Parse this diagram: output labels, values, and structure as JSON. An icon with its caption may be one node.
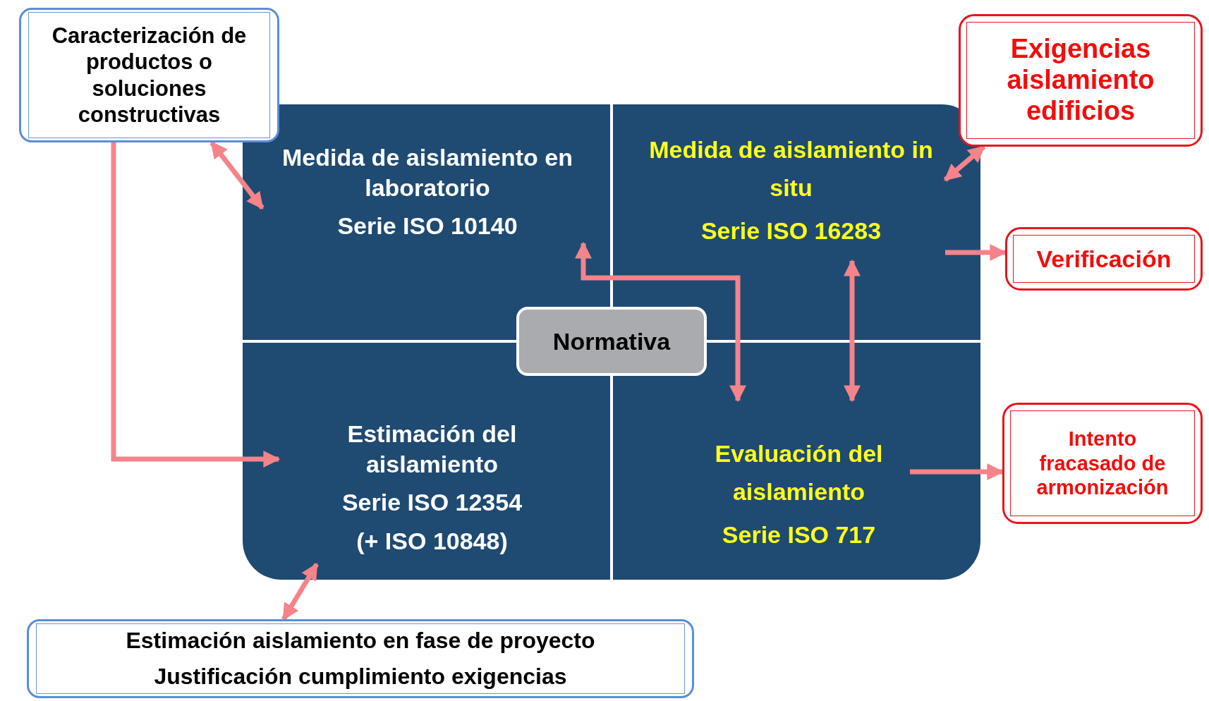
{
  "diagram": {
    "nodes": [
      {
        "text": [
          "Caracterización de productos o soluciones constructivas"
        ]
      },
      {
        "text": [
          "Exigencias aislamiento edificios"
        ]
      },
      {
        "text": [
          "Medida de aislamiento en laboratorio",
          "Serie ISO 10140"
        ]
      },
      {
        "text": [
          "Medida de aislamiento in situ",
          "Serie ISO 16283"
        ]
      },
      {
        "text": [
          "Verificación"
        ]
      },
      {
        "text": [
          "Normativa"
        ]
      },
      {
        "text": [
          "Estimación del aislamiento",
          "Serie ISO 12354",
          "(+ ISO 10848)"
        ]
      },
      {
        "text": [
          "Evaluación del aislamiento",
          "Serie ISO 717"
        ]
      },
      {
        "text": [
          "Intento fracasado de armonización"
        ]
      },
      {
        "text": [
          "Estimación aislamiento en fase de proyecto",
          "Justificación cumplimiento exigencias"
        ]
      }
    ],
    "edges": [
      {
        "from": 0,
        "to": 2,
        "arrow": "both"
      },
      {
        "from": 3,
        "to": 1,
        "arrow": "both"
      },
      {
        "from": 0,
        "to": 6,
        "arrow": "to"
      },
      {
        "from": 2,
        "to": 7,
        "arrow": "both"
      },
      {
        "from": 3,
        "to": 4,
        "arrow": "to"
      },
      {
        "from": 3,
        "to": 7,
        "arrow": "both"
      },
      {
        "from": 7,
        "to": 8,
        "arrow": "to"
      },
      {
        "from": 6,
        "to": 9,
        "arrow": "both"
      }
    ]
  }
}
